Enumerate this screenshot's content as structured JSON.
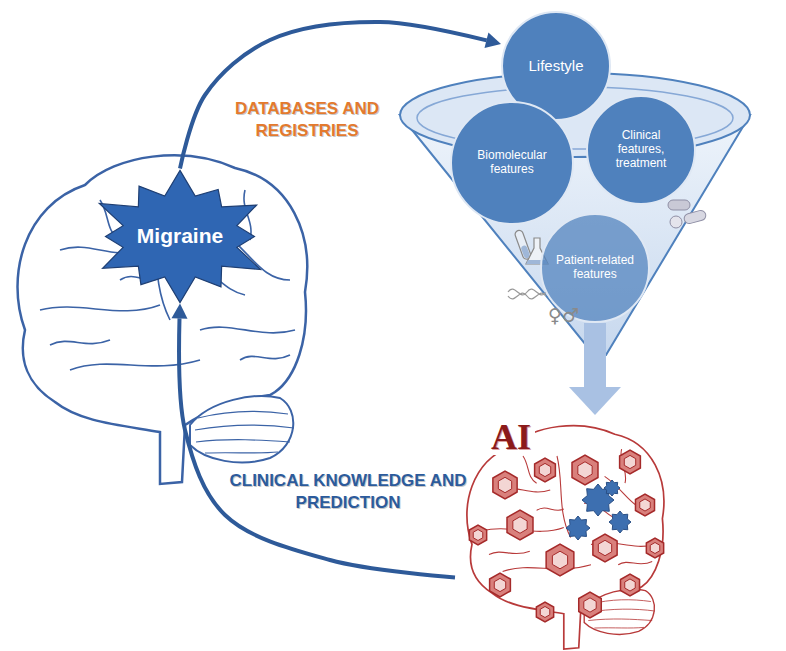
{
  "diagram": {
    "nodes": [
      {
        "text": [
          "Lifestyle"
        ]
      },
      {
        "text": [
          "Biomolecular features"
        ]
      },
      {
        "text": [
          "Clinical features, treatment"
        ]
      },
      {
        "text": [
          "Migraine"
        ]
      },
      {
        "text": [
          "Patient-related features"
        ]
      },
      {
        "text": [
          "AI"
        ]
      }
    ],
    "edges": [
      {
        "from": 3,
        "to": 0,
        "arrow": "to",
        "label": "DATABASES AND REGISTRIES"
      },
      {
        "from": 4,
        "to": 5,
        "arrow": "to"
      },
      {
        "from": 5,
        "to": 3,
        "arrow": "to",
        "label": "CLINICAL KNOWLEDGE AND PREDICTION"
      }
    ],
    "labels": [
      "♀♂"
    ]
  }
}
